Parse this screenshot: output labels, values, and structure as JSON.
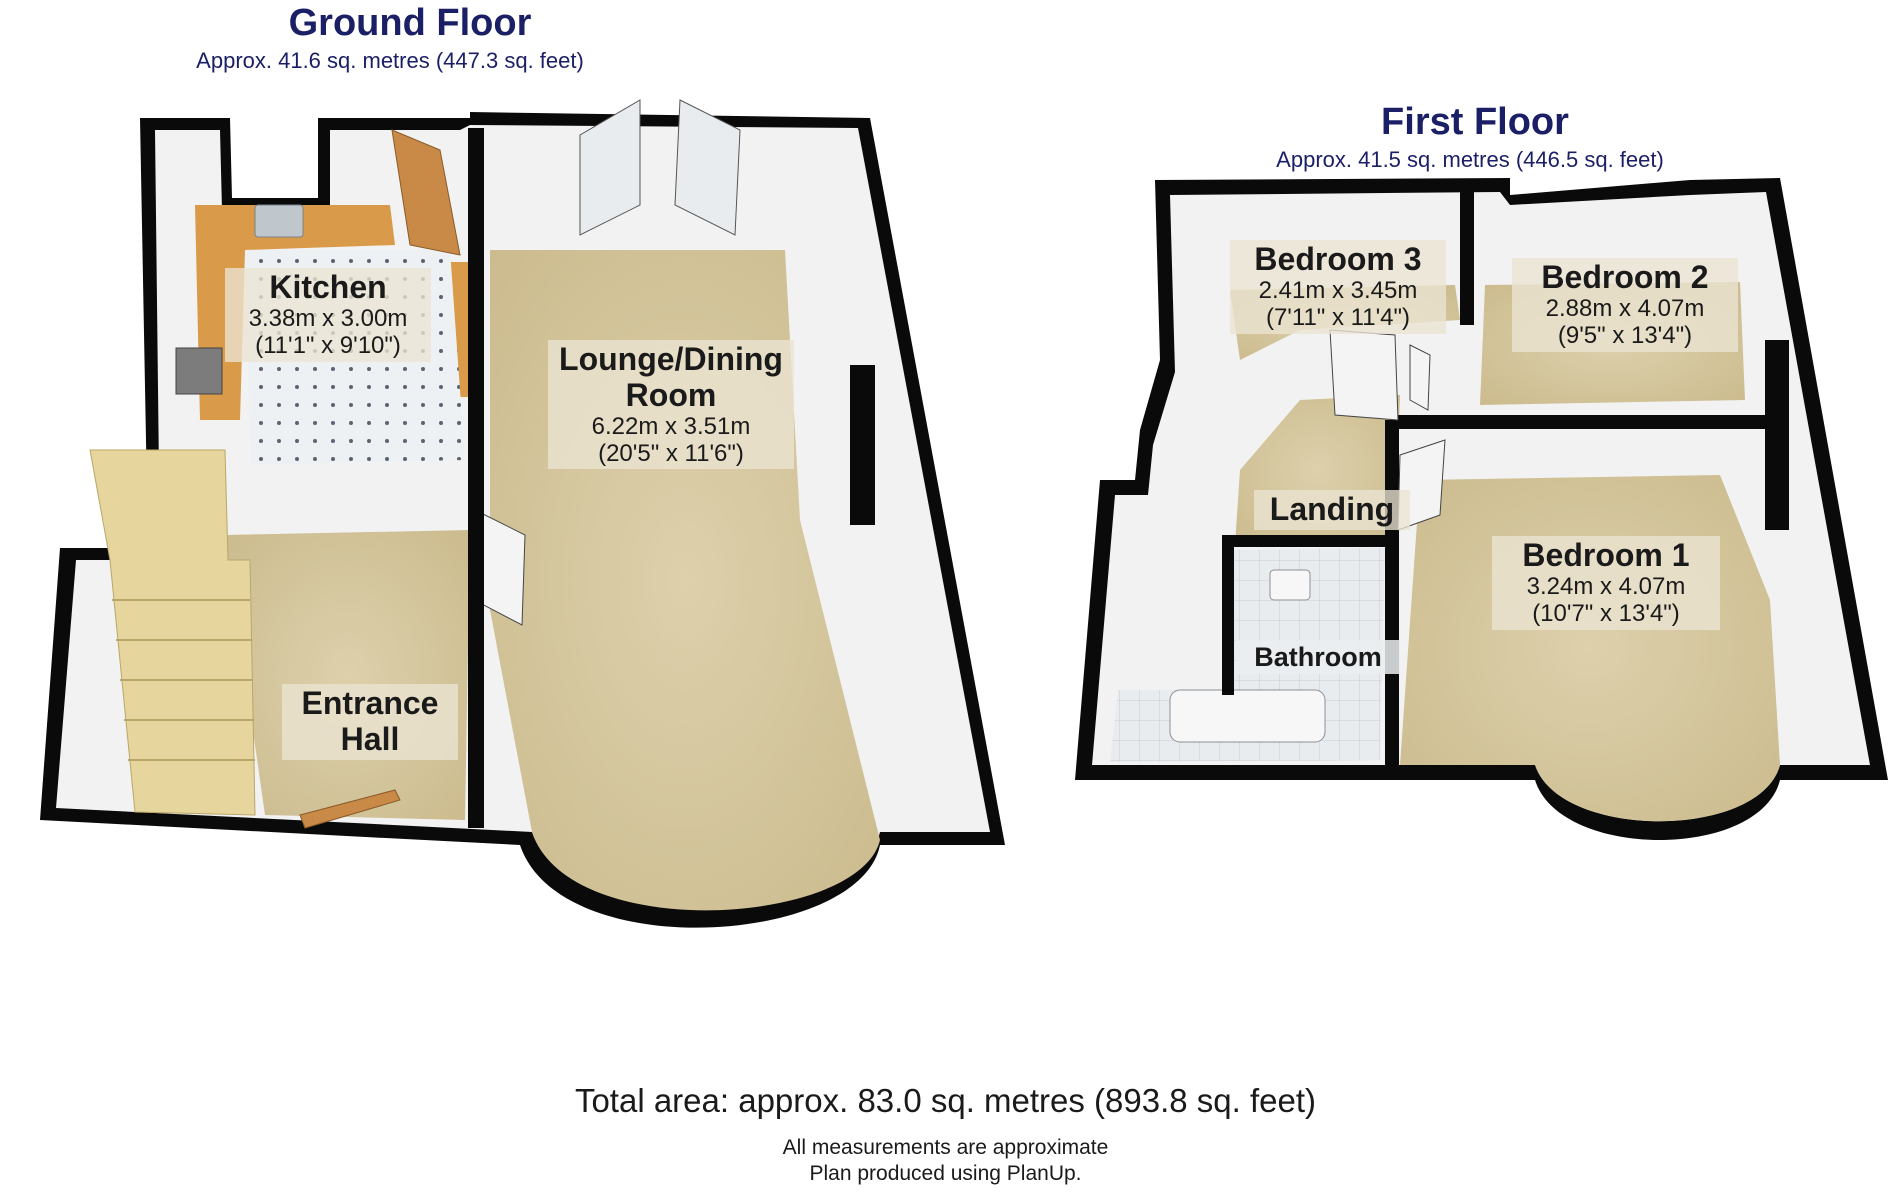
{
  "ground_floor": {
    "title": "Ground Floor",
    "area": "Approx. 41.6 sq. metres (447.3 sq. feet)",
    "rooms": {
      "kitchen": {
        "name": "Kitchen",
        "metric": "3.38m x 3.00m",
        "imperial": "(11'1\" x 9'10\")"
      },
      "lounge": {
        "name_line1": "Lounge/Dining",
        "name_line2": "Room",
        "metric": "6.22m x 3.51m",
        "imperial": "(20'5\" x 11'6\")"
      },
      "entrance": {
        "name_line1": "Entrance",
        "name_line2": "Hall"
      }
    }
  },
  "first_floor": {
    "title": "First Floor",
    "area": "Approx. 41.5 sq. metres (446.5 sq. feet)",
    "rooms": {
      "bedroom3": {
        "name": "Bedroom 3",
        "metric": "2.41m x 3.45m",
        "imperial": "(7'11\" x 11'4\")"
      },
      "bedroom2": {
        "name": "Bedroom 2",
        "metric": "2.88m x 4.07m",
        "imperial": "(9'5\" x 13'4\")"
      },
      "bedroom1": {
        "name": "Bedroom 1",
        "metric": "3.24m x 4.07m",
        "imperial": "(10'7\" x 13'4\")"
      },
      "landing": {
        "name": "Landing"
      },
      "bathroom": {
        "name": "Bathroom"
      }
    }
  },
  "footer": {
    "total": "Total area: approx. 83.0 sq. metres (893.8 sq. feet)",
    "note1": "All measurements are approximate",
    "note2": "Plan produced using PlanUp."
  },
  "colors": {
    "title": "#1b1f66",
    "floor": "#d6c79f",
    "wall": "#0a0a0a",
    "wall_face": "#f2f2f2",
    "worktop": "#d99a4a",
    "door": "#c98a48"
  }
}
